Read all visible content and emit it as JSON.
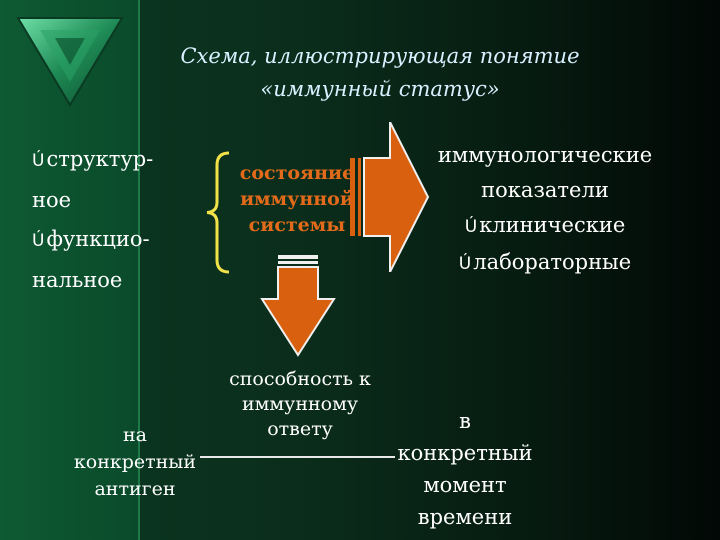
{
  "title": {
    "line1": "Схема, иллюстрирующая понятие",
    "line2": "«иммунный статус»"
  },
  "left_list": {
    "item1_line1": "структур-",
    "item1_line2": "ное",
    "item2_line1": "функцио-",
    "item2_line2": "нальное"
  },
  "center": {
    "line1": "состояние",
    "line2": "иммунной",
    "line3": "системы"
  },
  "right_block": {
    "line1": "иммунологические",
    "line2": "показатели",
    "item1": "клинические",
    "item2": "лабораторные"
  },
  "bottom_center": {
    "line1": "способность к",
    "line2": "иммунному",
    "line3": "ответу"
  },
  "bottom_left": {
    "line1": "на",
    "line2": "конкретный",
    "line3": "антиген"
  },
  "bottom_right": {
    "line1": "в",
    "line2": "конкретный",
    "line3": "момент",
    "line4": "времени"
  },
  "bullet_glyph": "Ú",
  "colors": {
    "accent_orange": "#e26a1a",
    "arrow_fill": "#d9600f",
    "brace_yellow": "#f2e24a",
    "title_color": "#d8f0ff",
    "background": "#0b2e1c"
  },
  "icons": {
    "logo": "green-triangle-emblem",
    "right_arrow": "thick-right-arrow",
    "down_arrow": "thick-down-arrow",
    "bullet": "checkmark-bullet"
  }
}
